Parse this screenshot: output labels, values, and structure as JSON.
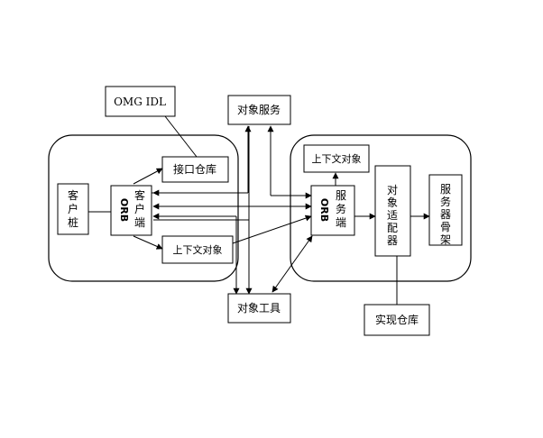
{
  "nodes": {
    "omg_idl": "OMG IDL",
    "object_services": "对象服务",
    "interface_repository": "接口仓库",
    "client_context_object": "上下文对象",
    "server_context_object": "上下文对象",
    "client_stub": [
      "客",
      "户",
      "桩"
    ],
    "client_orb": [
      "客",
      "户",
      "端"
    ],
    "client_orb_rotated": "ORB",
    "server_orb": [
      "服",
      "务",
      "端"
    ],
    "server_orb_rotated": "ORB",
    "object_adapter": [
      "对",
      "象",
      "适",
      "配",
      "器"
    ],
    "server_skeleton": [
      "服",
      "务",
      "器",
      "骨",
      "架"
    ],
    "object_tools": "对象工具",
    "implementation_repository": "实现仓库"
  }
}
